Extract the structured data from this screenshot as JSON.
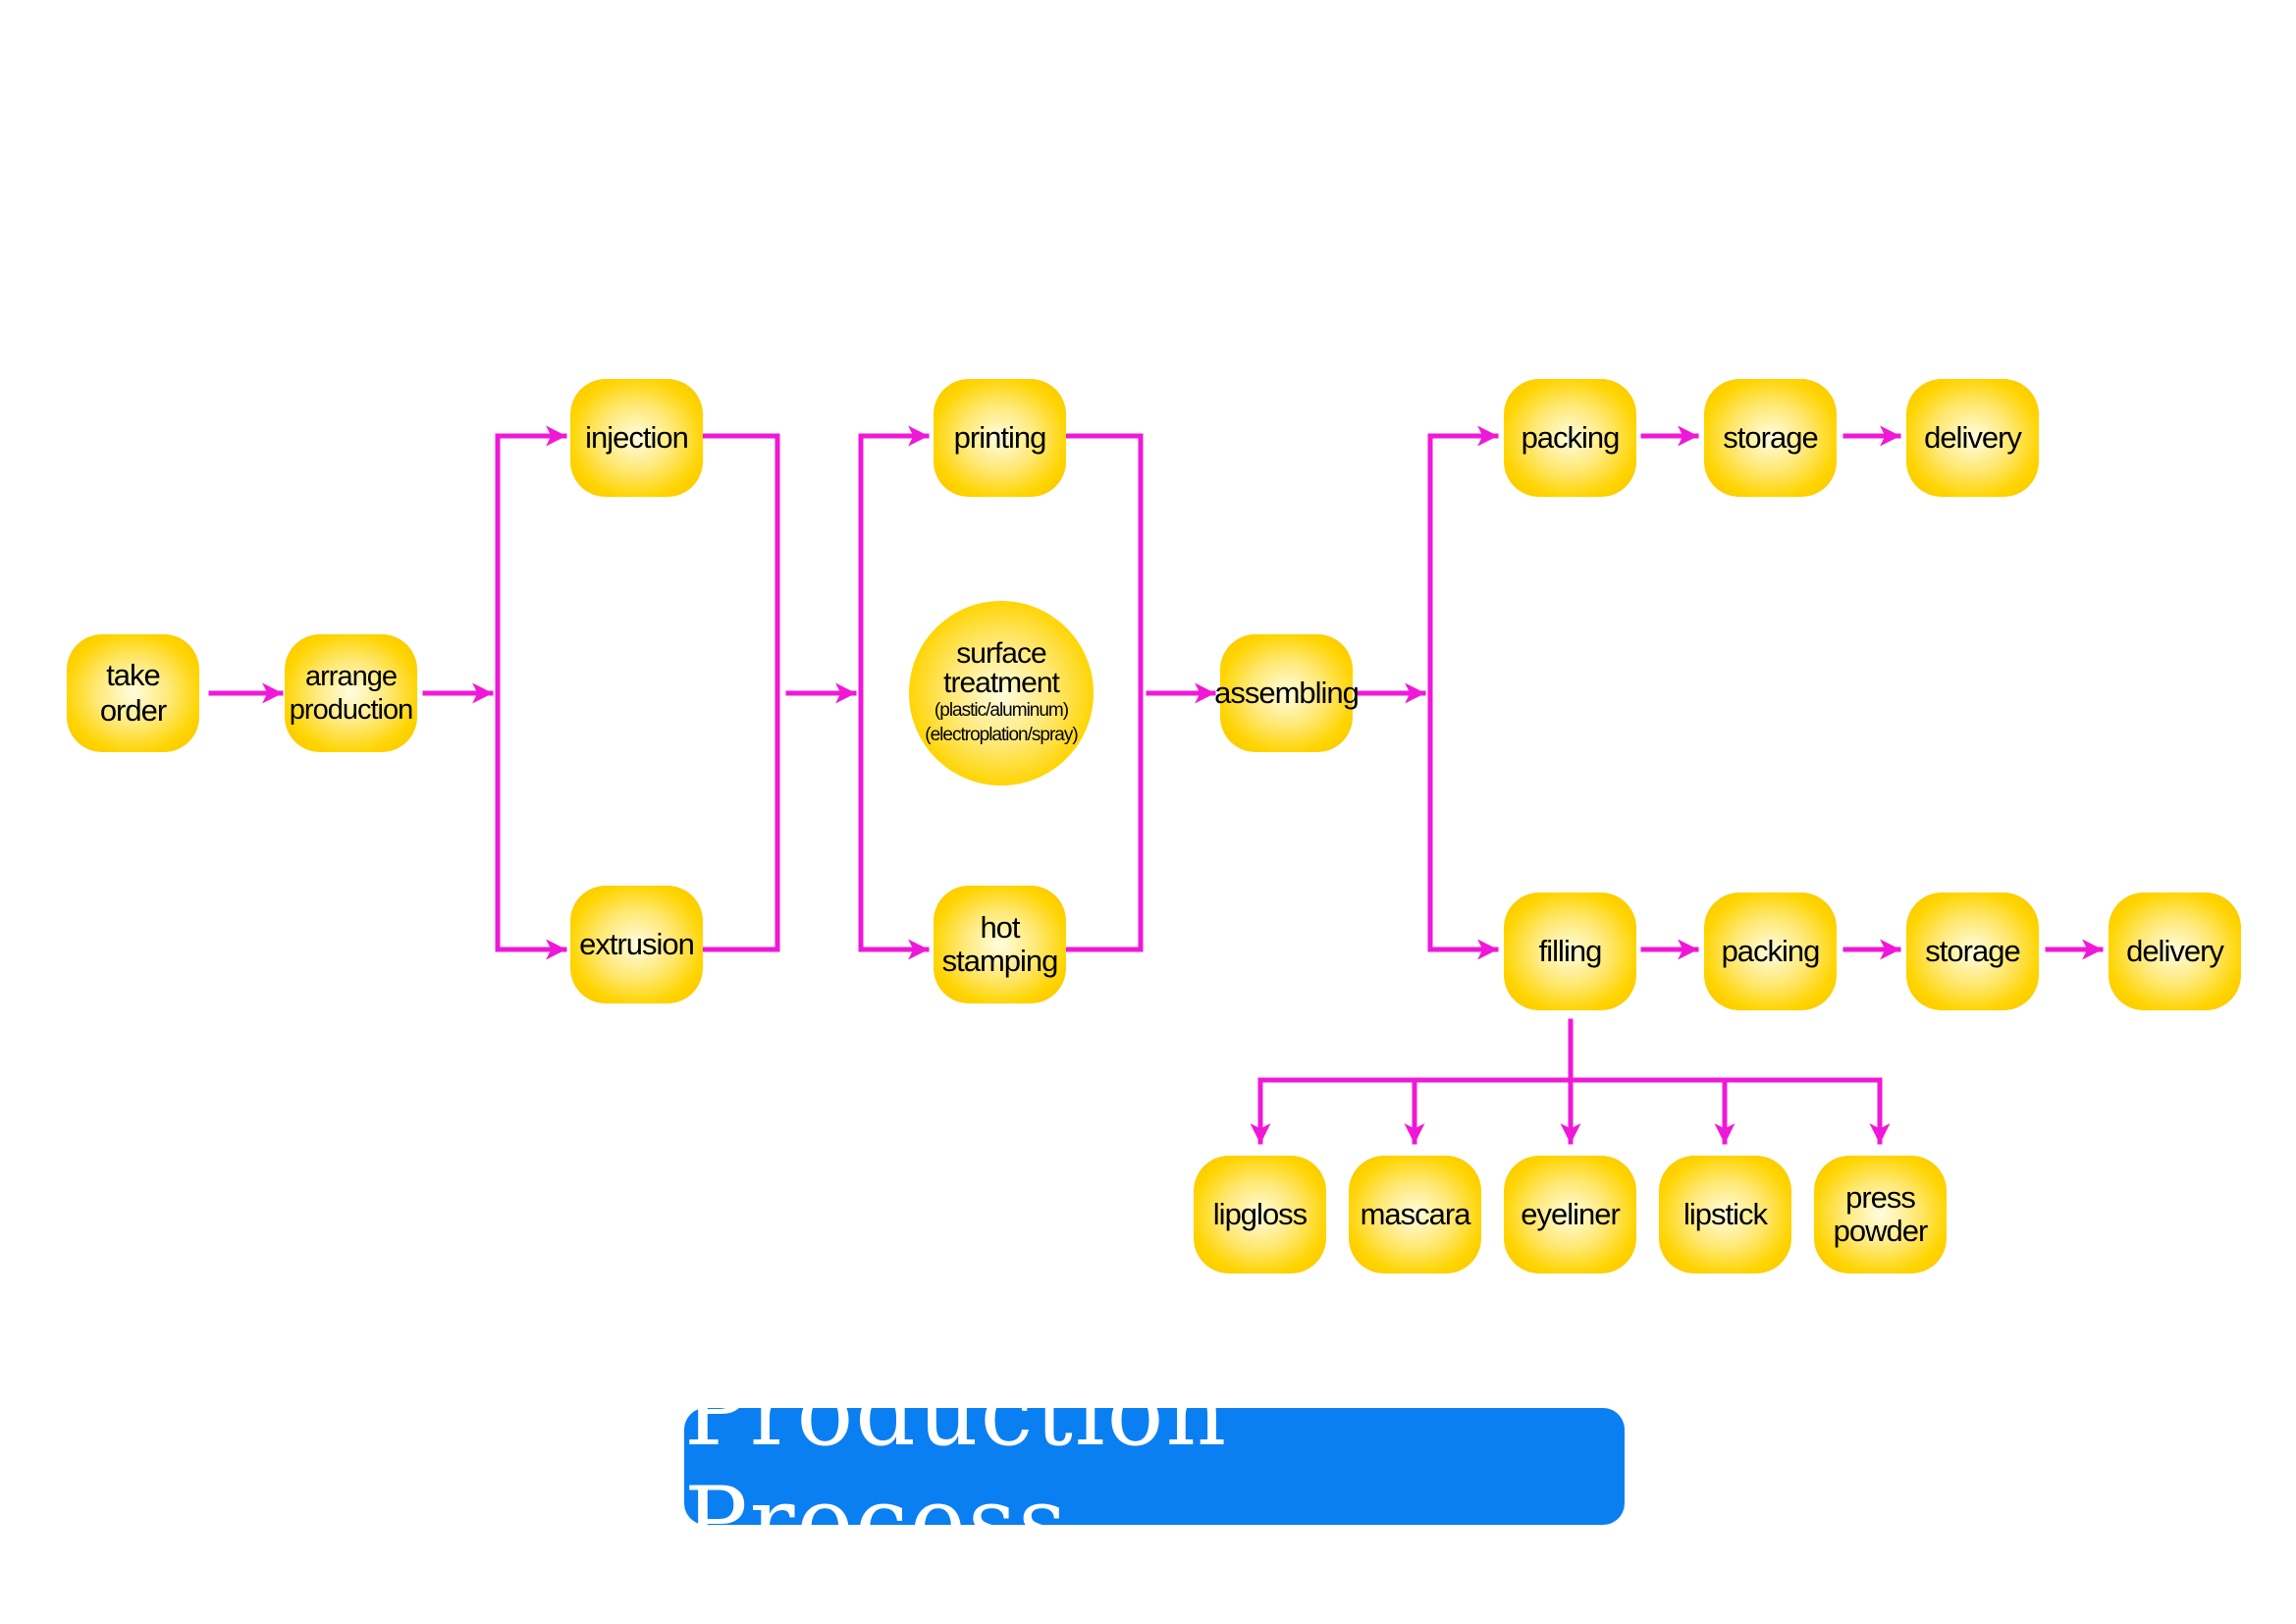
{
  "diagram": {
    "line_color": "#f018d8",
    "node_color": "#ffd400",
    "title_bg_color": "#0a7ff2",
    "nodes": {
      "take_order": [
        "take",
        "order"
      ],
      "arrange_production": [
        "arrange",
        "production"
      ],
      "injection": "injection",
      "extrusion": "extrusion",
      "printing": "printing",
      "surface_treatment": {
        "lines": [
          "surface",
          "treatment"
        ],
        "notes": [
          "(plastic/aluminum)",
          "(electroplation/spray)"
        ]
      },
      "hot_stamping": [
        "hot",
        "stamping"
      ],
      "assembling": "assembling",
      "packing_top": "packing",
      "storage_top": "storage",
      "delivery_top": "delivery",
      "filling": "filling",
      "packing_bottom": "packing",
      "storage_bottom": "storage",
      "delivery_bottom": "delivery",
      "lipgloss": "lipgloss",
      "mascara": "mascara",
      "eyeliner": "eyeliner",
      "lipstick": "lipstick",
      "press_powder": [
        "press",
        "powder"
      ]
    }
  },
  "title": "Production Process"
}
